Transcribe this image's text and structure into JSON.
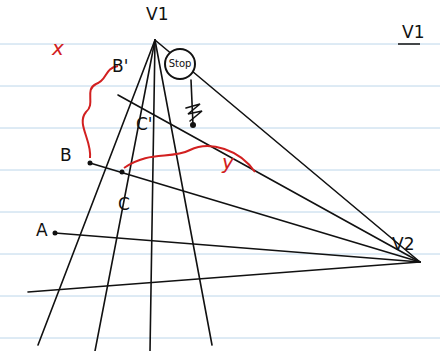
{
  "diagram": {
    "nodes": [
      {
        "text": [
          "Stop"
        ]
      }
    ],
    "labels": [
      "V1",
      "V1",
      "B'",
      "x",
      "C'",
      "B",
      "y",
      "C",
      "A",
      "V2"
    ]
  }
}
